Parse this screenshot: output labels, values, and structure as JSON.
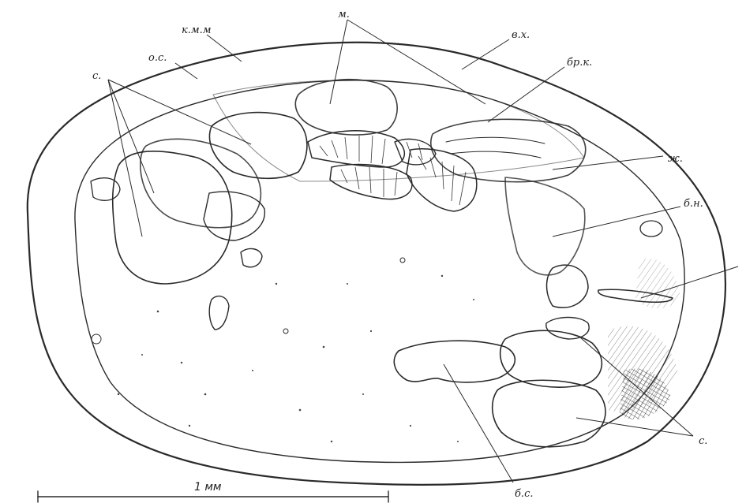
{
  "labels": {
    "kmm": "к.м.м",
    "os": "о.с.",
    "s_top": "с.",
    "m": "м.",
    "vx": "в.х.",
    "brk": "бр.к.",
    "zh": "ж.",
    "bn": "б.н.",
    "s_right": "с.",
    "bs": "б.с."
  },
  "scale_bar": {
    "label": "1 мм"
  }
}
